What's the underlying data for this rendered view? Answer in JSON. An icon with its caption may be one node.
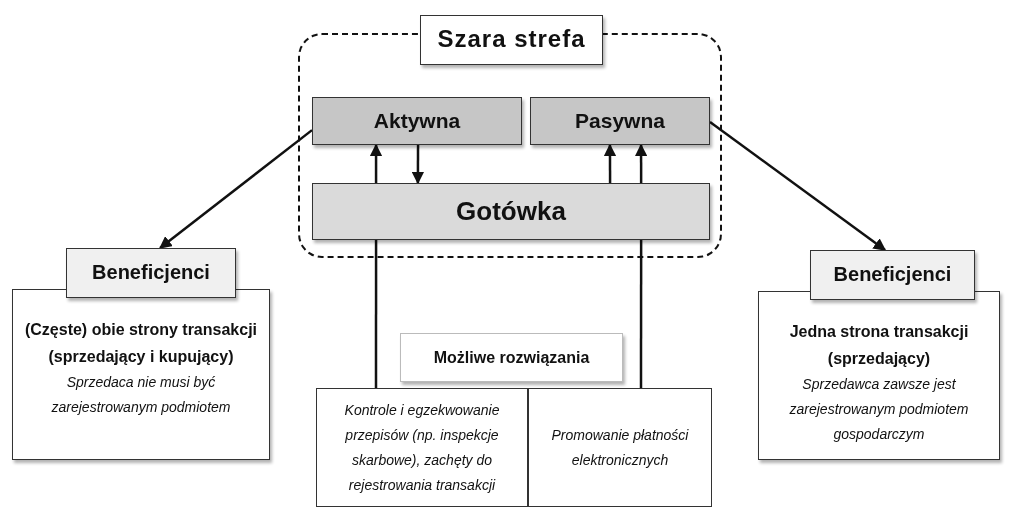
{
  "diagram": {
    "nodes": [
      {
        "text": [
          "Szara strefa"
        ]
      },
      {
        "text": [
          "Aktywna"
        ],
        "in": 0
      },
      {
        "text": [
          "Pasywna"
        ],
        "in": 0
      },
      {
        "text": [
          "Gotówka"
        ],
        "in": 0
      },
      {
        "text": [
          "Beneficjenci",
          "(Częste) obie strony transakcji (sprzedający i kupujący)",
          "Sprzedaca nie musi być zarejestrowanym podmiotem"
        ]
      },
      {
        "text": [
          "Beneficjenci",
          "Jedna strona transakcji (sprzedający)",
          "Sprzedawca zawsze jest zarejestrowanym podmiotem gospodarczym"
        ]
      },
      {
        "text": [
          "Możliwe rozwiązania"
        ]
      },
      {
        "text": [
          "Kontrole i egzekwowanie przepisów (np. inspekcje skarbowe), zachęty do rejestrowania transakcji"
        ]
      },
      {
        "text": [
          "Promowanie płatności elektronicznych"
        ]
      }
    ],
    "edges": [
      {
        "from": 1,
        "to": 4,
        "arrow": "to"
      },
      {
        "from": 2,
        "to": 5,
        "arrow": "to"
      },
      {
        "from": 3,
        "to": 1,
        "arrow": "to"
      },
      {
        "from": 1,
        "to": 3,
        "arrow": "to"
      },
      {
        "from": 3,
        "to": 2,
        "arrow": "to"
      },
      {
        "from": 3,
        "to": 2,
        "arrow": "to"
      },
      {
        "from": 3,
        "to": 7,
        "arrow": "none"
      },
      {
        "from": 3,
        "to": 8,
        "arrow": "none"
      }
    ]
  }
}
